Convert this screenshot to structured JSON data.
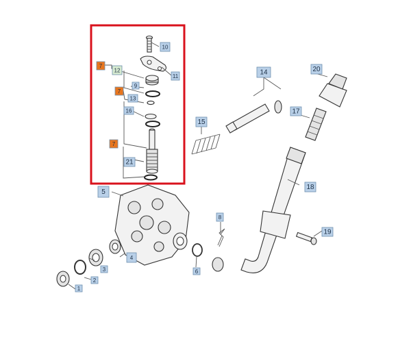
{
  "colors": {
    "callout_blue": "#b9d0e8",
    "callout_green": "#d6ead0",
    "kit_orange": "#e8761e",
    "highlight_red": "#d9121c"
  },
  "callouts": [
    {
      "id": "c1",
      "label": "1",
      "style": "blue"
    },
    {
      "id": "c2",
      "label": "2",
      "style": "blue"
    },
    {
      "id": "c3",
      "label": "3",
      "style": "blue"
    },
    {
      "id": "c4",
      "label": "4",
      "style": "blue"
    },
    {
      "id": "c5",
      "label": "5",
      "style": "blue"
    },
    {
      "id": "c6",
      "label": "6",
      "style": "blue"
    },
    {
      "id": "c8",
      "label": "8",
      "style": "blue"
    },
    {
      "id": "c9",
      "label": "9",
      "style": "blue"
    },
    {
      "id": "c10",
      "label": "10",
      "style": "blue"
    },
    {
      "id": "c11",
      "label": "11",
      "style": "blue"
    },
    {
      "id": "c12",
      "label": "12",
      "style": "green"
    },
    {
      "id": "c13",
      "label": "13",
      "style": "blue"
    },
    {
      "id": "c14",
      "label": "14",
      "style": "blue"
    },
    {
      "id": "c15",
      "label": "15",
      "style": "blue"
    },
    {
      "id": "c16",
      "label": "16",
      "style": "blue"
    },
    {
      "id": "c17",
      "label": "17",
      "style": "blue"
    },
    {
      "id": "c18",
      "label": "18",
      "style": "blue"
    },
    {
      "id": "c19",
      "label": "19",
      "style": "blue"
    },
    {
      "id": "c20",
      "label": "20",
      "style": "blue"
    },
    {
      "id": "c21",
      "label": "21",
      "style": "blue"
    },
    {
      "id": "k1",
      "label": "7",
      "style": "orange"
    },
    {
      "id": "k2",
      "label": "7",
      "style": "orange"
    },
    {
      "id": "k3",
      "label": "7",
      "style": "orange"
    }
  ]
}
